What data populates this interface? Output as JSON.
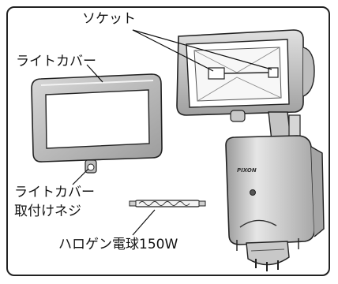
{
  "labels": {
    "socket": "ソケット",
    "light_cover": "ライトカバー",
    "screw_line1": "ライトカバー",
    "screw_line2": "取付けネジ",
    "halogen": "ハロゲン電球150W"
  },
  "brand_text": "PIXON",
  "colors": {
    "outline": "#222222",
    "body": "#d0d0d0",
    "body_light": "#ececec",
    "body_dark": "#9a9a9a"
  }
}
